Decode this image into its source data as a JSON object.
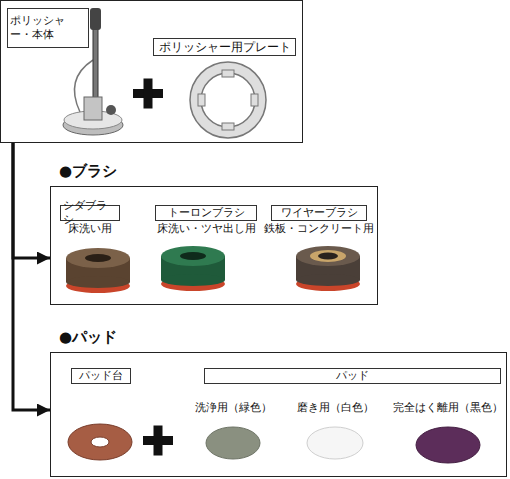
{
  "diagram": {
    "nodes": [
      {
        "text": []
      },
      {
        "text": [
          "ポリッシャー・本体"
        ],
        "in": 0
      },
      {
        "text": [
          "ポリッシャー用プレート"
        ],
        "in": 0
      },
      {
        "text": [
          "●ブラシ"
        ]
      },
      {
        "text": [
          "シダブラシ",
          "床洗い用"
        ],
        "in": 3
      },
      {
        "text": [
          "トーロンブラシ",
          "床洗い・ツヤ出し用"
        ],
        "in": 3
      },
      {
        "text": [
          "ワイヤーブラシ",
          "鉄板・コンクリート用"
        ],
        "in": 3
      },
      {
        "text": [
          "●パッド"
        ]
      },
      {
        "text": [
          "パッド台"
        ],
        "in": 7
      },
      {
        "text": [
          "パッド"
        ],
        "in": 7
      }
    ],
    "edges": [
      {
        "from": 0,
        "to": 3,
        "arrow": "to"
      },
      {
        "from": 0,
        "to": 7,
        "arrow": "to"
      }
    ],
    "labels": [
      "洗浄用（緑色）",
      "磨き用（白色）",
      "完全はく離用（黒色）"
    ]
  }
}
